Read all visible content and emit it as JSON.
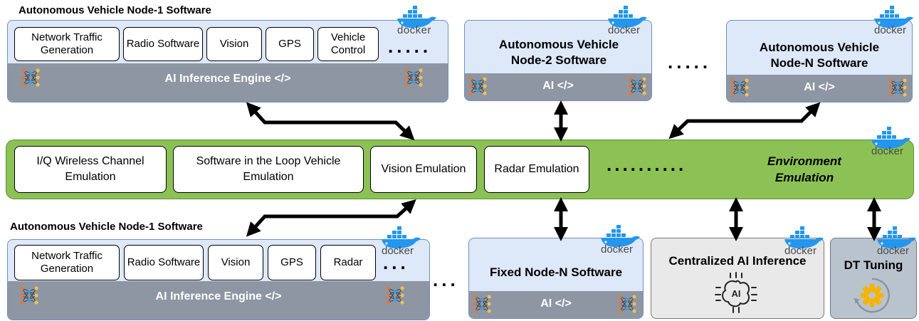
{
  "docker_label": "docker",
  "av_node_1_top": {
    "title": "Autonomous Vehicle Node-1 Software",
    "modules": [
      "Network Traffic Generation",
      "Radio Software",
      "Vision",
      "GPS",
      "Vehicle Control"
    ],
    "ellipsis": ".....",
    "engine_label": "AI Inference Engine </>"
  },
  "av_node_2": {
    "title": "Autonomous Vehicle Node-2 Software",
    "ai_label": "AI </>"
  },
  "nodes_ellipsis": ".....",
  "av_node_n": {
    "title": "Autonomous Vehicle Node-N Software",
    "ai_label": "AI </>"
  },
  "environment": {
    "modules": [
      "I/Q Wireless Channel Emulation",
      "Software in the Loop Vehicle Emulation",
      "Vision Emulation",
      "Radar Emulation"
    ],
    "ellipsis": "..........",
    "label": "Environment Emulation"
  },
  "av_node_1_bottom": {
    "title": "Autonomous Vehicle Node-1 Software",
    "modules": [
      "Network Traffic Generation",
      "Radio Software",
      "Vision",
      "GPS",
      "Radar"
    ],
    "ellipsis": "...",
    "engine_label": "AI Inference Engine </>"
  },
  "bottom_ellipsis": "...",
  "fixed_node": {
    "title": "Fixed Node-N Software",
    "ai_label": "AI </>"
  },
  "centralized_ai": {
    "title": "Centralized AI Inference",
    "icon_text": "AI"
  },
  "dt_tuning": {
    "title": "DT Tuning"
  },
  "colors": {
    "environment": "#8cc255",
    "node_bg": "#dde8f8",
    "band": "#8e96a3",
    "docker": "#2496ed"
  }
}
